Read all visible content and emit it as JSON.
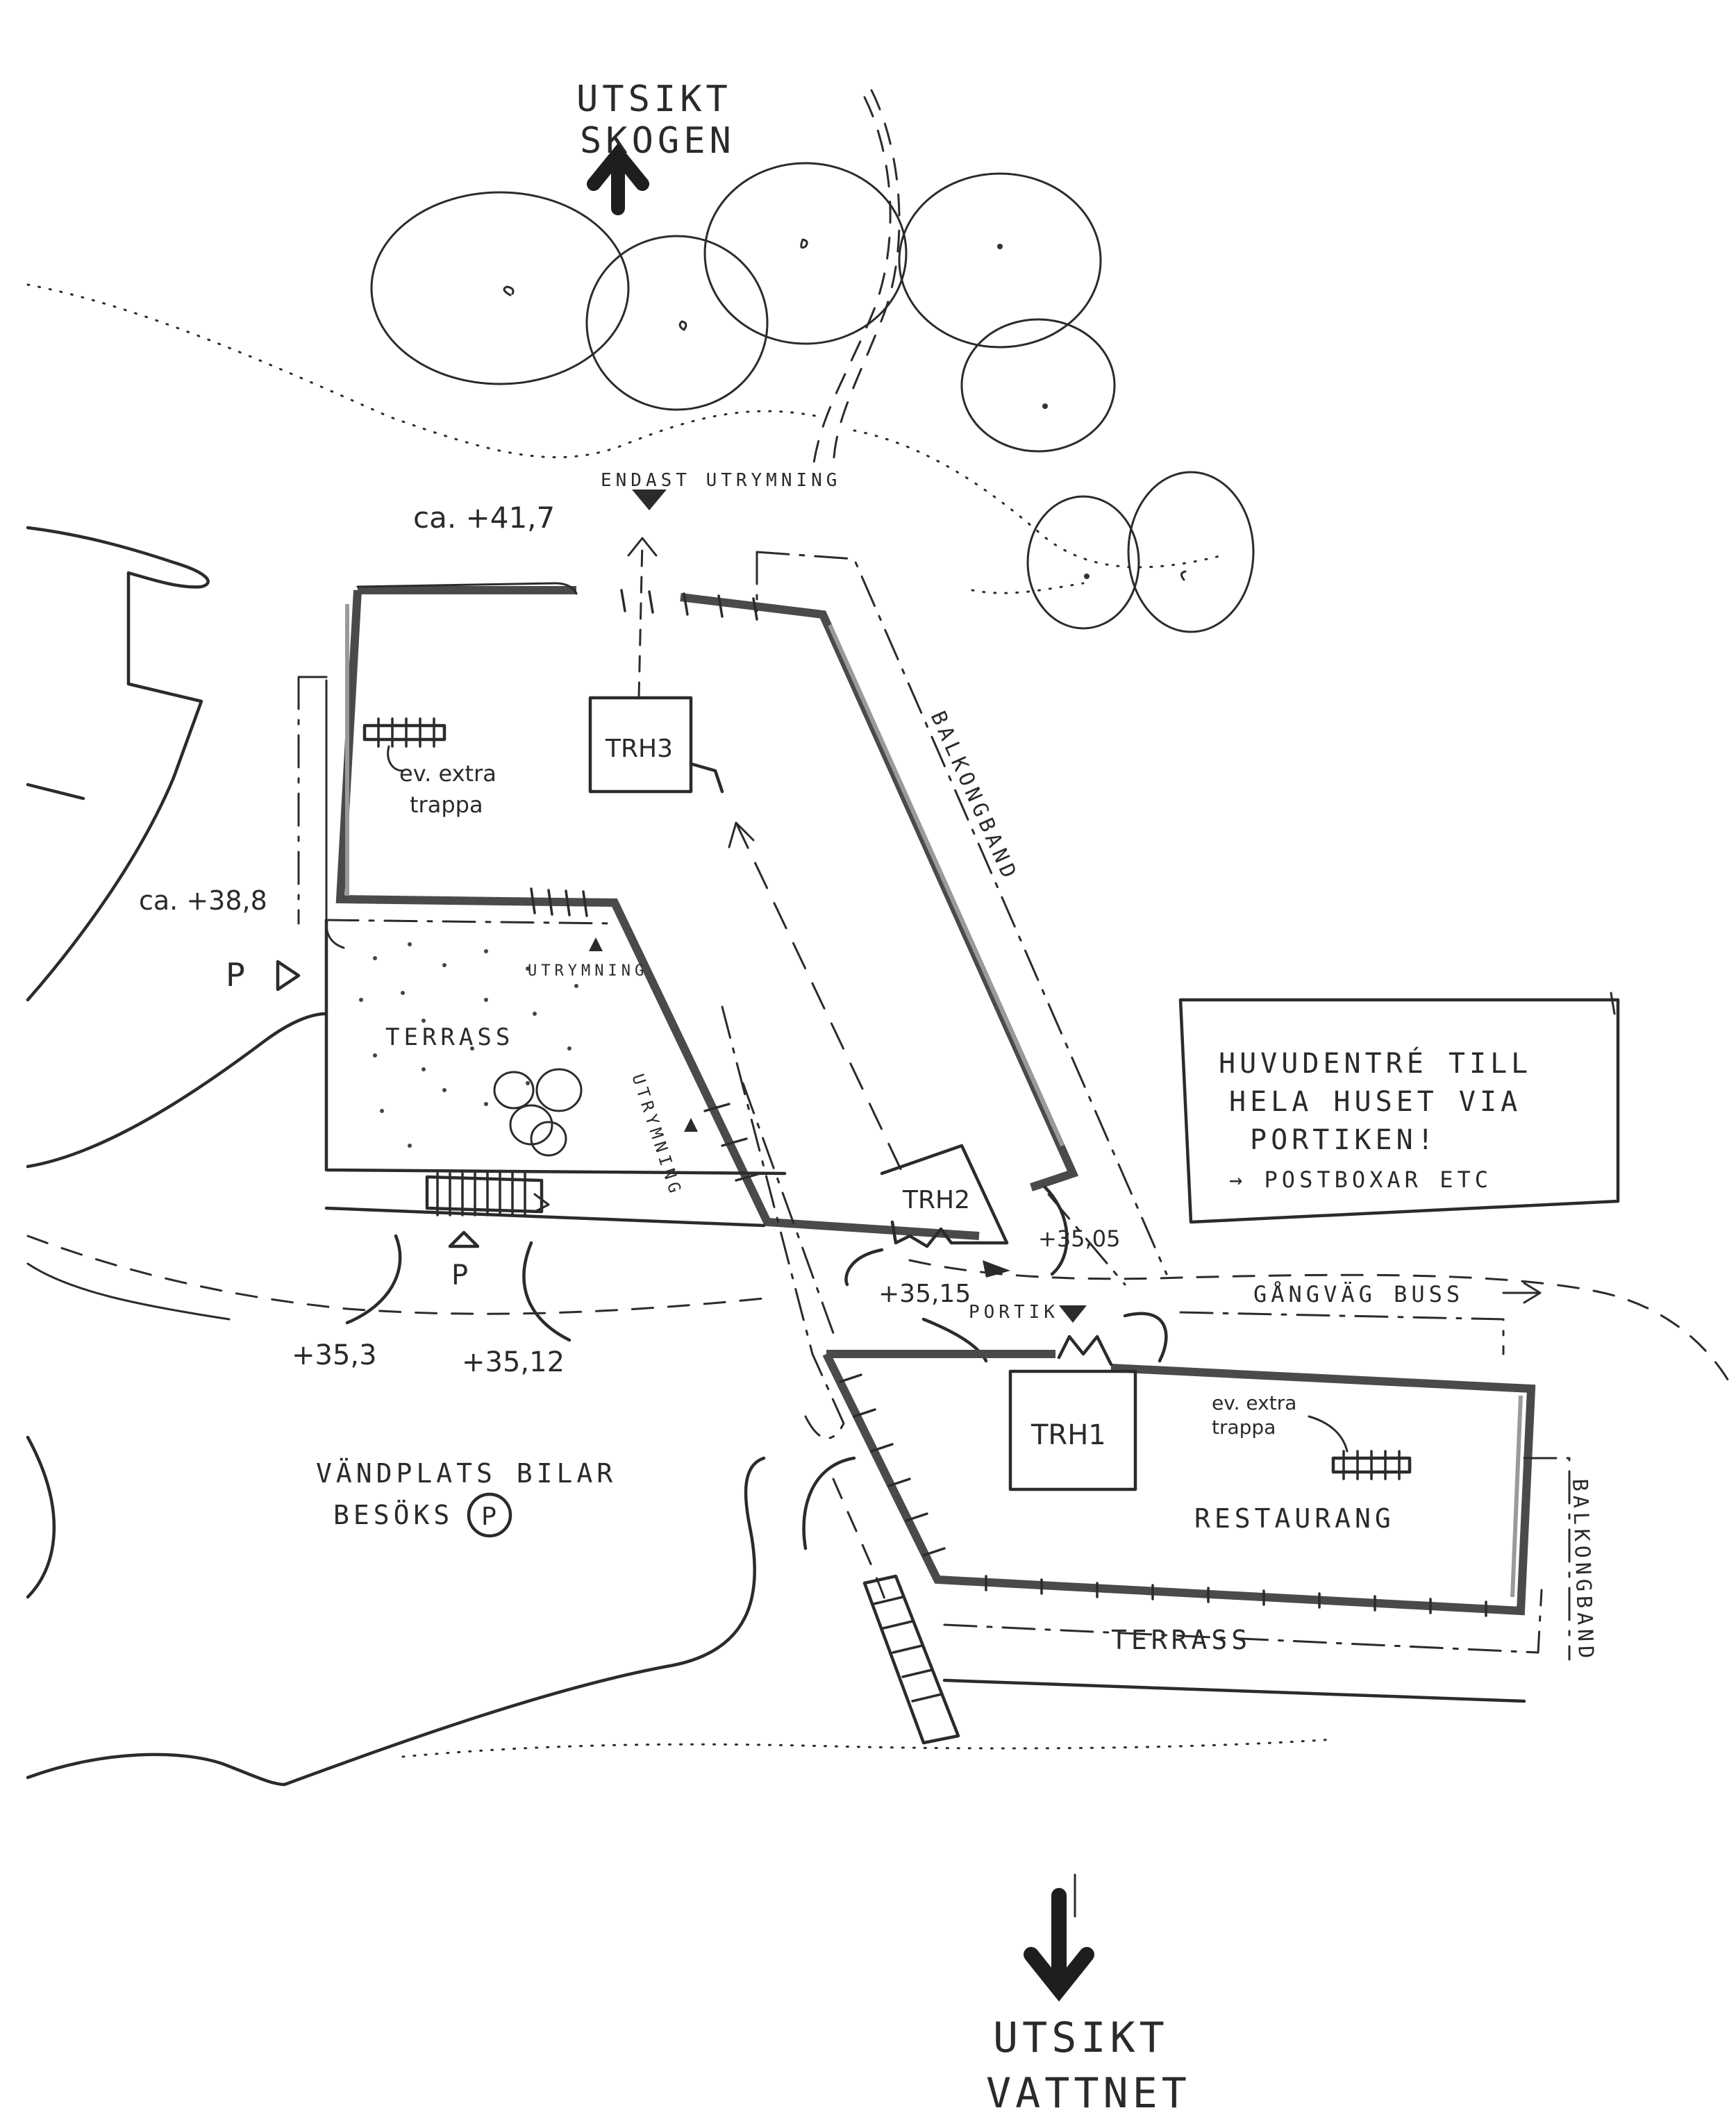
{
  "views": {
    "forest": [
      "UTSIKT",
      "SKOGEN"
    ],
    "water": [
      "UTSIKT",
      "VATTNET"
    ]
  },
  "levels": {
    "top": "ca. +41,7",
    "left": "ca. +38,8",
    "entrance_left": "+35,15",
    "entrance_right": "+35,05",
    "road_left": "+35,3",
    "road_mid": "+35,12"
  },
  "labels": {
    "endast_utrymning": "ENDAST UTRYMNING",
    "utrymning_1": "UTRYMNING",
    "utrymning_2": "UTRYMNING",
    "trh3": "TRH3",
    "trh2": "TRH2",
    "trh1": "TRH1",
    "extra_trappa_1": [
      "ev. extra",
      "trappa"
    ],
    "extra_trappa_2": [
      "ev. extra",
      "trappa"
    ],
    "balkongband_1": "BALKONGBAND",
    "balkongband_2": "BALKONGBAND",
    "terrass_1": "TERRASS",
    "terrass_2": "TERRASS",
    "restaurang": "RESTAURANG",
    "portik": "PORTIK",
    "gangvag": "GÅNGVÄG BUSS",
    "parking_p": "P",
    "parking_p2": "P",
    "vandplats": [
      "VÄNDPLATS BILAR",
      "BESÖKS"
    ],
    "vandplats_p": "P"
  },
  "note": {
    "lines": [
      "HUVUDENTRÉ TILL",
      "HELA HUSET VIA",
      "PORTIKEN!",
      "→ POSTBOXAR ETC"
    ]
  },
  "colors": {
    "ink": "#2b2b2b",
    "wall": "#4a4a4a",
    "paper": "#ffffff"
  }
}
